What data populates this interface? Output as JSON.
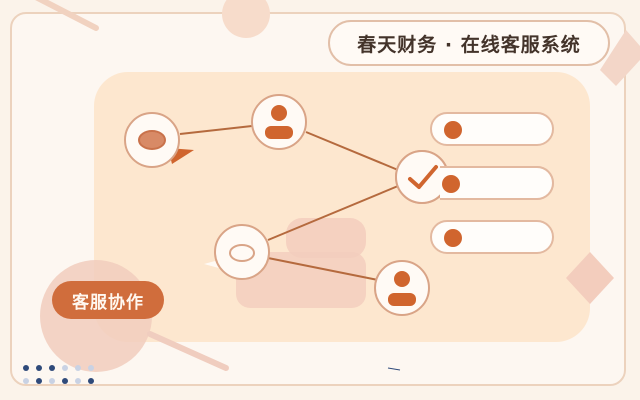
{
  "title": "春天财务 · 在线客服系统",
  "badge": "客服协作",
  "list_item_count": 3,
  "colors": {
    "accent": "#d0652e",
    "panel": "#fde7cf",
    "background": "#fbf3ea",
    "line": "#b56a3e",
    "dot_navy": "#2f4a7a"
  },
  "icons": [
    "chat-bubble-icon",
    "user-icon",
    "checkmark-icon",
    "chat-bubble-outline-icon",
    "user-icon"
  ]
}
